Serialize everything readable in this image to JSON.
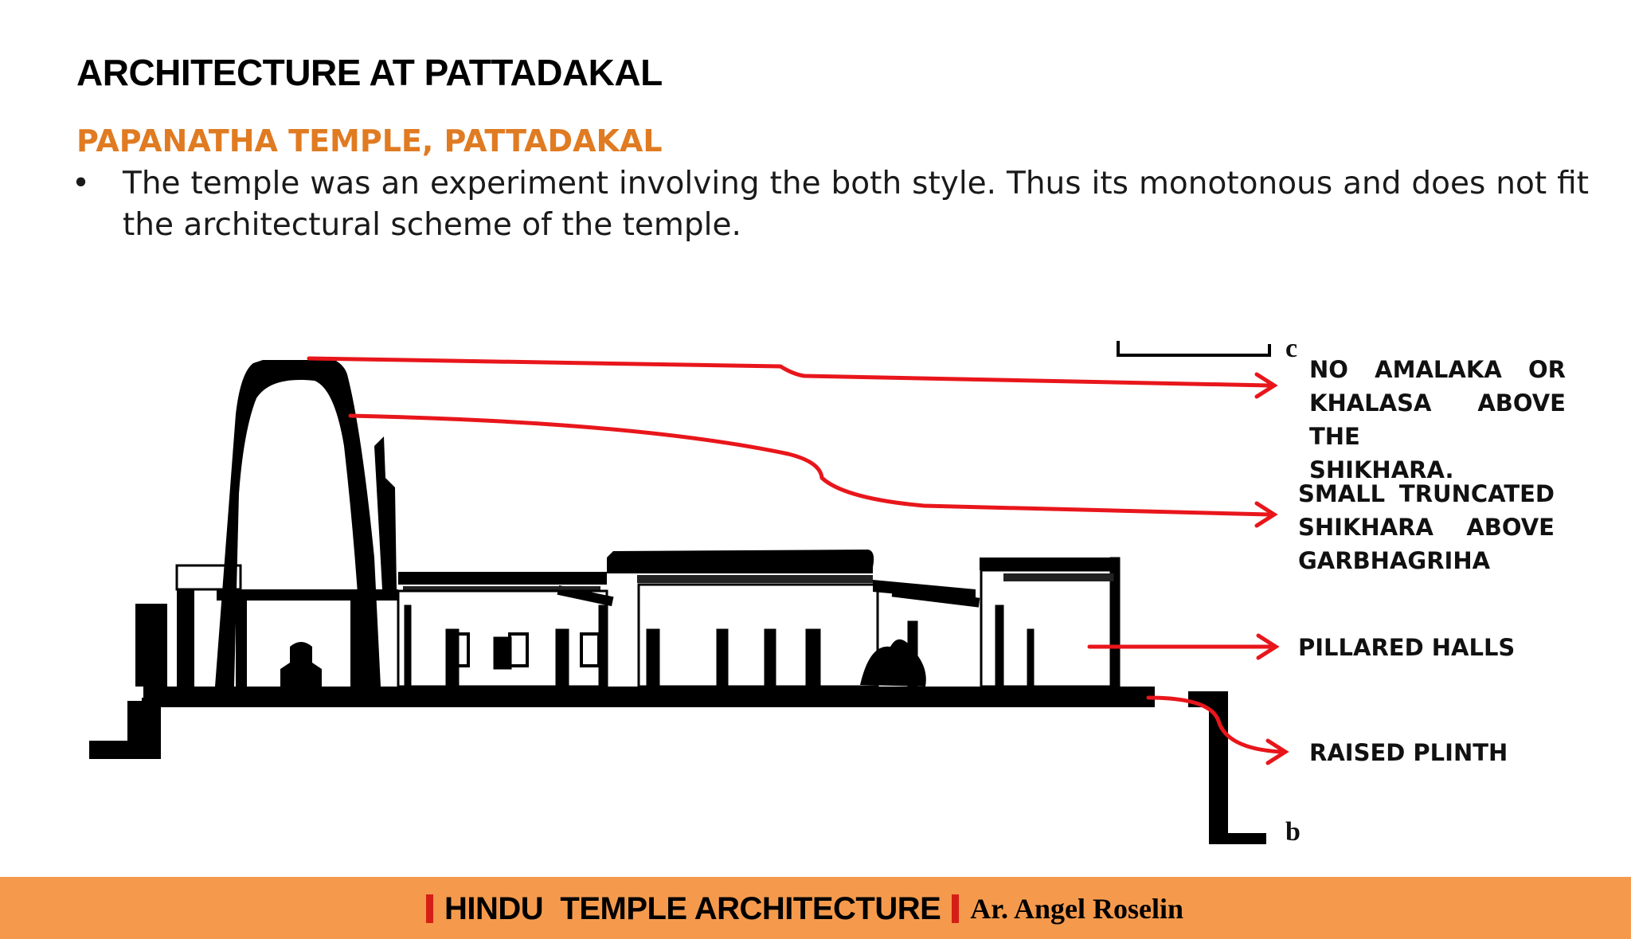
{
  "slide": {
    "title": "ARCHITECTURE AT PATTADAKAL",
    "subtitle": "PAPANATHA TEMPLE, PATTADAKAL",
    "bullet_marker": "•",
    "bullet_text": "The temple was an experiment involving the both style. Thus its monotonous and does not fit the architectural scheme of the temple."
  },
  "drawing": {
    "label_c": "c",
    "label_b": "b"
  },
  "callouts": {
    "amalaka": [
      "NO AMALAKA OR",
      "KHALASA ABOVE THE",
      "SHIKHARA."
    ],
    "shikhara": [
      "SMALL TRUNCATED",
      "SHIKHARA ABOVE",
      "GARBHAGRIHA"
    ],
    "pillared": "PILLARED HALLS",
    "plinth": "RAISED PLINTH"
  },
  "footer": {
    "course": "HINDU  TEMPLE ARCHITECTURE",
    "author": "Ar. Angel Roselin"
  },
  "colors": {
    "subtitle": "#e07b22",
    "arrow": "#e8161b",
    "footer_bg": "#f59a4c",
    "footer_marker": "#d51f16"
  }
}
